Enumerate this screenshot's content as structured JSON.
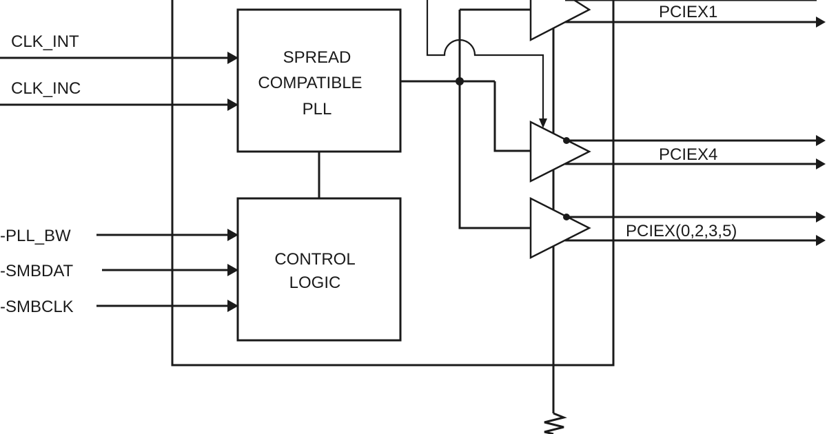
{
  "inputs": {
    "clk_int": "CLK_INT",
    "clk_inc": "CLK_INC",
    "pll_bw": "-PLL_BW",
    "smbdat": "-SMBDAT",
    "smbclk": "-SMBCLK"
  },
  "blocks": {
    "pll": [
      "SPREAD",
      "COMPATIBLE",
      "PLL"
    ],
    "control": [
      "CONTROL",
      "LOGIC"
    ]
  },
  "outputs": {
    "pciex1": "PCIEX1",
    "pciex4": "PCIEX4",
    "pciex_group": "PCIEX(0,2,3,5)"
  }
}
